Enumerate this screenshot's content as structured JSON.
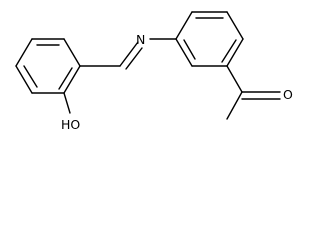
{
  "molecule": {
    "atoms": {
      "nitrogen": "N",
      "oxygen_carbonyl": "O",
      "hydroxyl": "HO"
    }
  }
}
